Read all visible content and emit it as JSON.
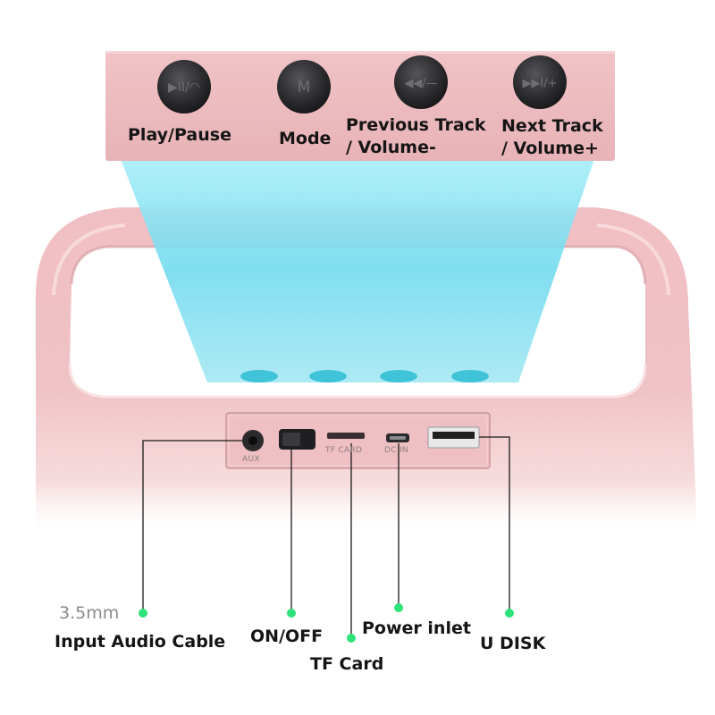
{
  "buttons": [
    {
      "label": "Play/Pause",
      "icon": "play-pause-icon"
    },
    {
      "label": "Mode",
      "icon": "mode-m-icon"
    },
    {
      "label_line1": "Previous Track",
      "label_line2": "/ Volume-",
      "icon": "previous-track-icon"
    },
    {
      "label_line1": "Next Track",
      "label_line2": "/ Volume+",
      "icon": "next-track-icon"
    }
  ],
  "ports": {
    "aux": "AUX",
    "tf_card": "TF CARD",
    "dc_in": "DC IN"
  },
  "callouts": {
    "aux_size": "3.5mm",
    "aux_desc": "Input Audio Cable",
    "switch": "ON/OFF",
    "tf_card": "TF Card",
    "power": "Power inlet",
    "usb": "U DISK"
  },
  "colors": {
    "speaker_pink": "#eebcc0",
    "panel_pink": "#f1c6c9",
    "beam_cyan": "#7ee3f3",
    "dot_green": "#2ee37a",
    "button_dark": "#2a2a2c"
  }
}
